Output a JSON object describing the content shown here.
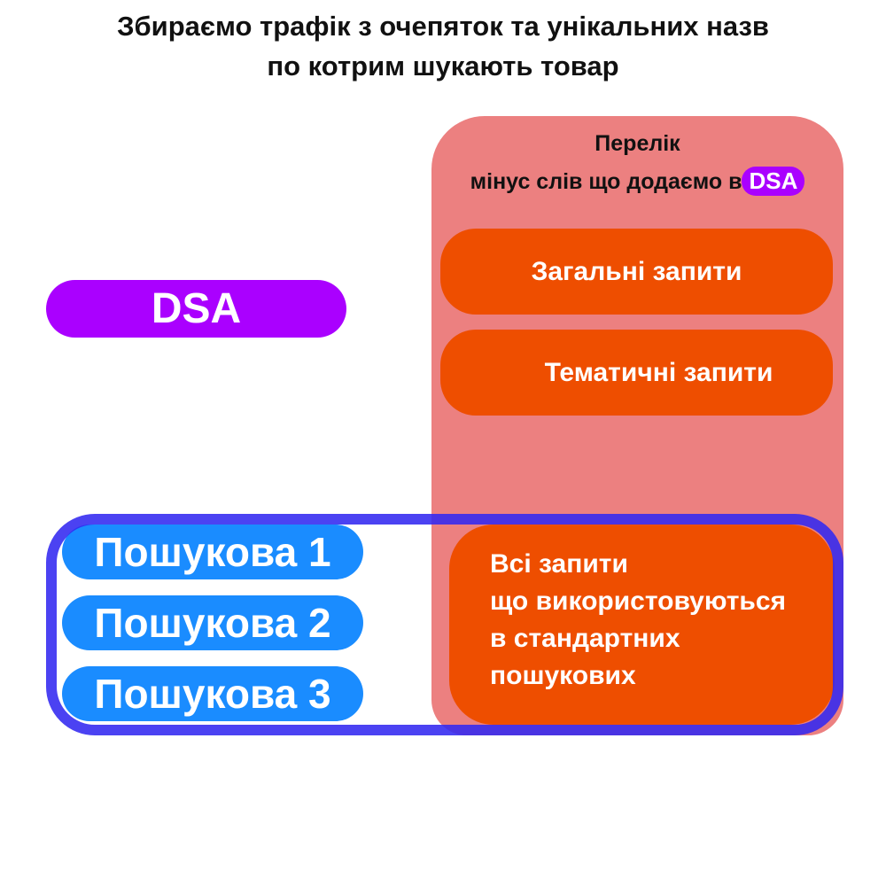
{
  "title": {
    "line1": "Збираємо трафік з очепяток та унікальних назв",
    "line2": "по котрим шукають товар"
  },
  "panel": {
    "header_line1": "Перелік",
    "header_line2": "мінус слів що додаємо в",
    "header_badge": "DSA",
    "items": [
      "Загальні запити",
      "Тематичні запити"
    ],
    "all_queries": [
      "Всі запити",
      "що використовуються",
      "в стандартних",
      "пошукових"
    ]
  },
  "dsa_label": "DSA",
  "search_campaigns": [
    "Пошукова 1",
    "Пошукова 2",
    "Пошукова 3"
  ],
  "colors": {
    "panel": "#ec8080",
    "orange": "#ee4e00",
    "purple": "#aa00ff",
    "blue": "#1a8cff",
    "frame": "#3228f0"
  }
}
